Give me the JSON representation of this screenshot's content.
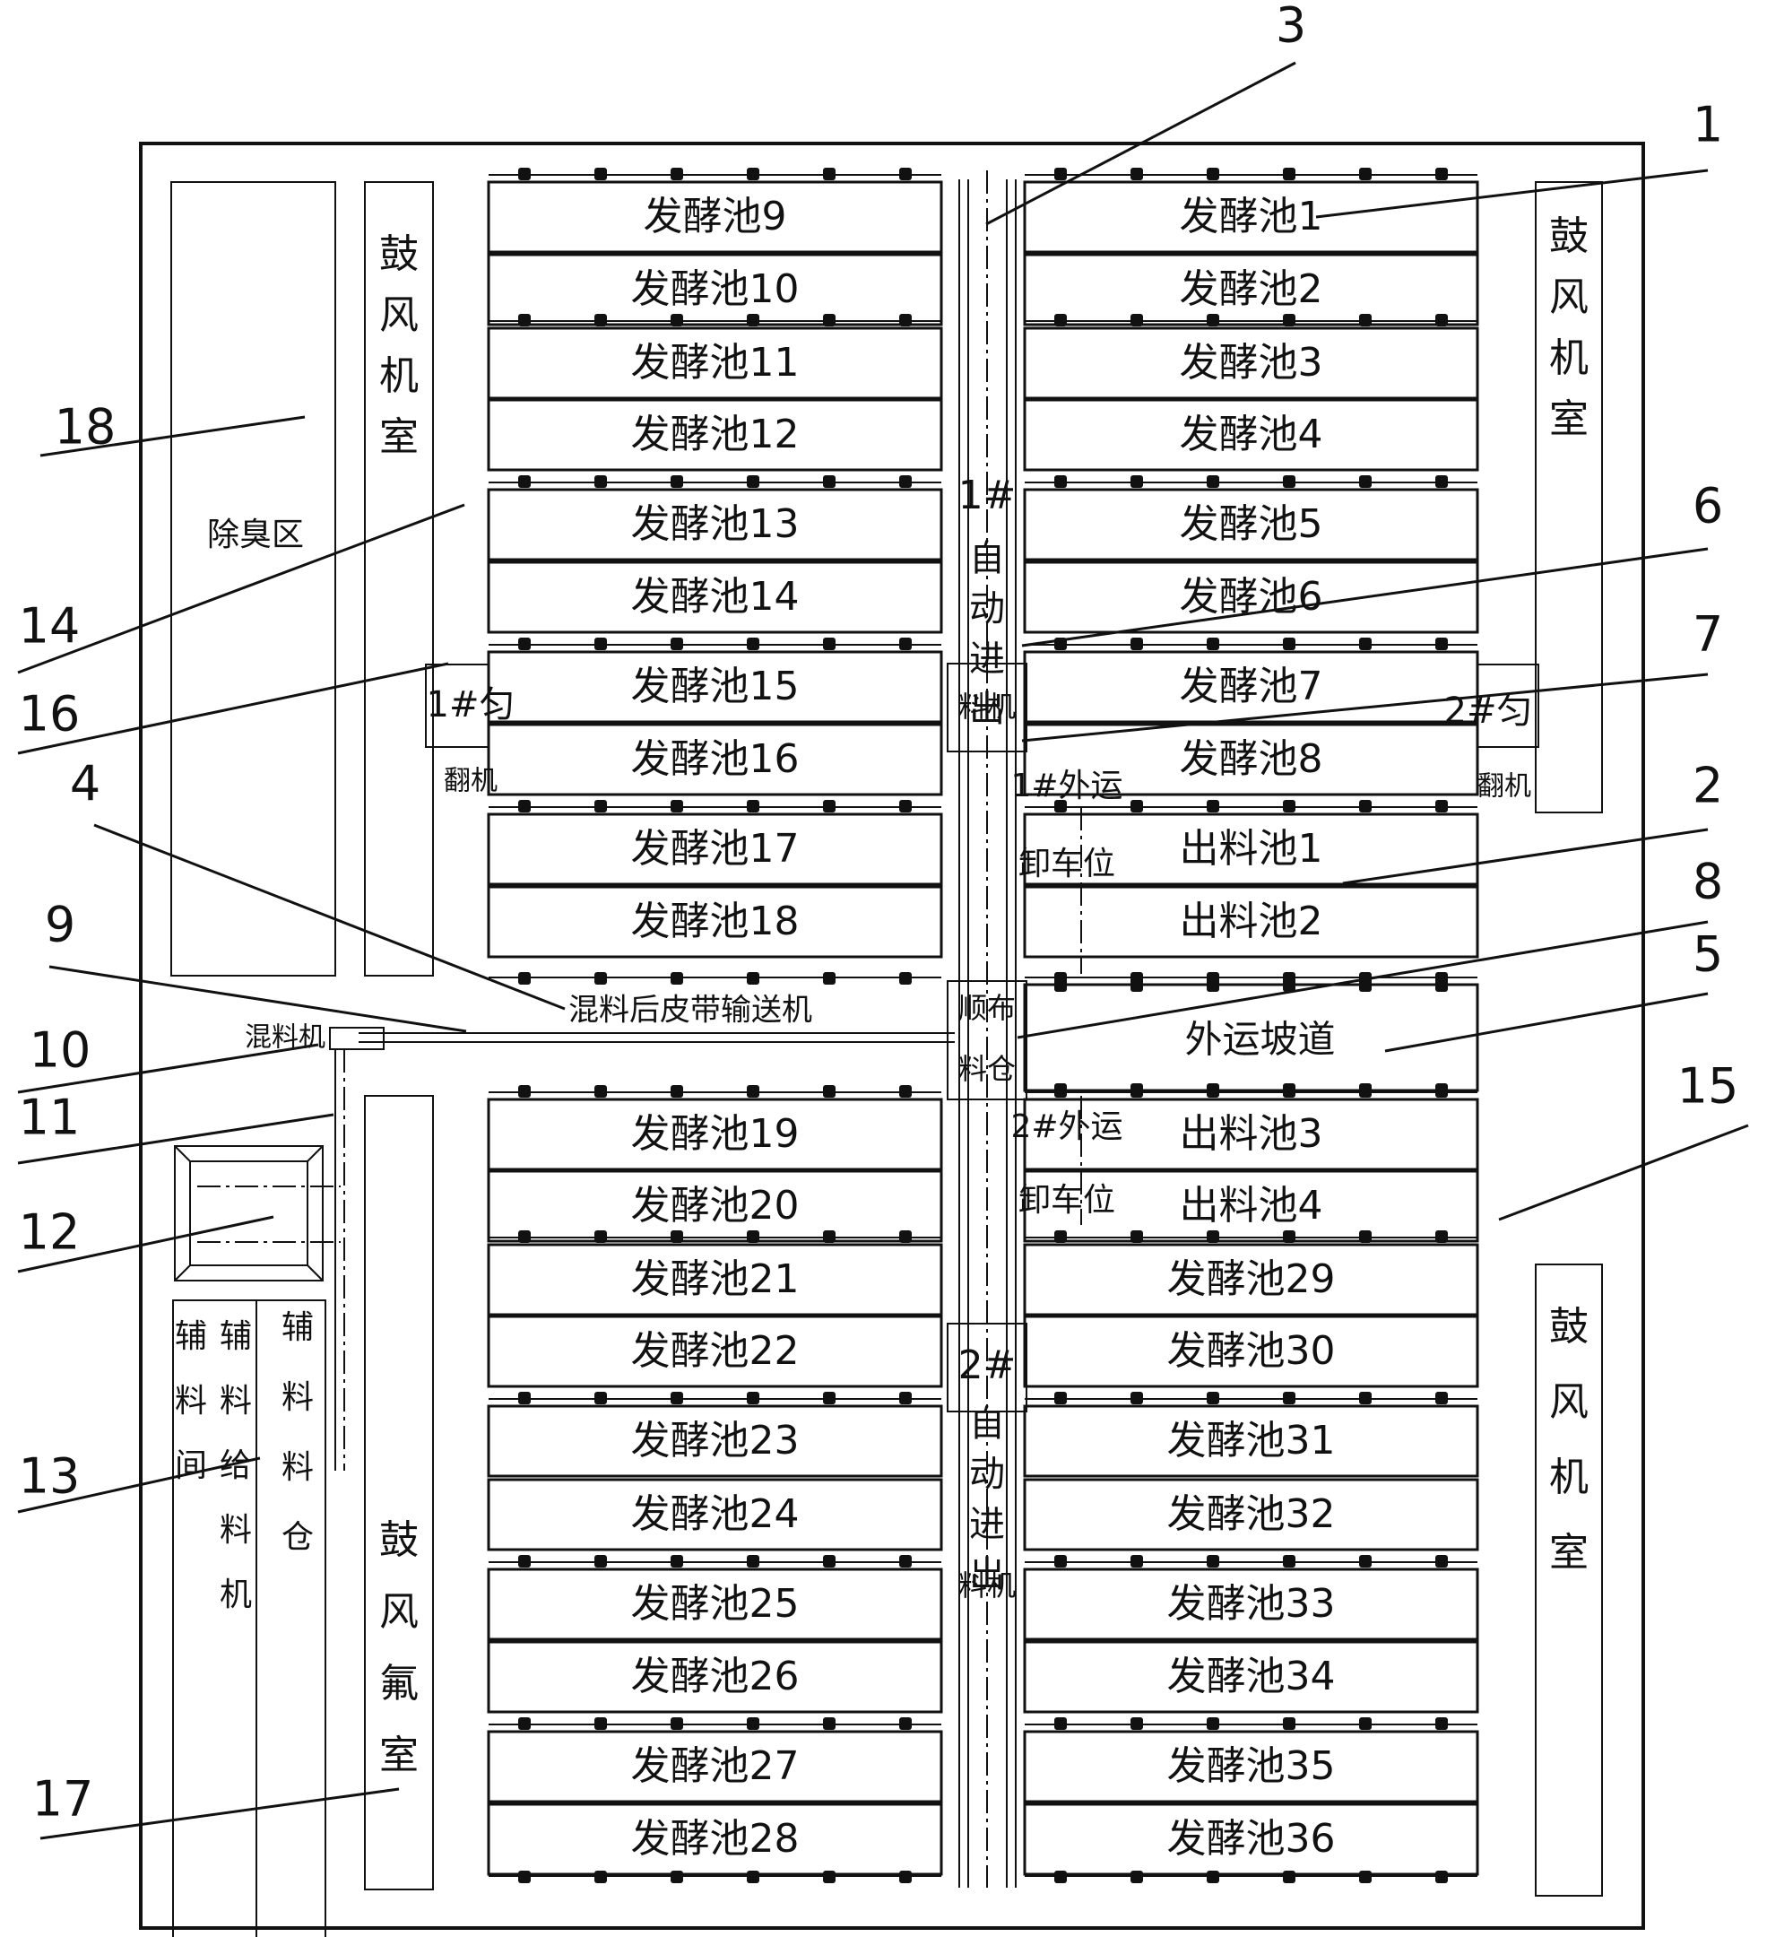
{
  "tanks_left": [
    "发酵池9",
    "发酵池10",
    "发酵池11",
    "发酵池12",
    "发酵池13",
    "发酵池14",
    "发酵池15",
    "发酵池16",
    "发酵池17",
    "发酵池18",
    "发酵池19",
    "发酵池20",
    "发酵池21",
    "发酵池22",
    "发酵池23",
    "发酵池24",
    "发酵池25",
    "发酵池26",
    "发酵池27",
    "发酵池28"
  ],
  "tanks_right": [
    "发酵池1",
    "发酵池2",
    "发酵池3",
    "发酵池4",
    "发酵池5",
    "发酵池6",
    "发酵池7",
    "发酵池8",
    "出料池1",
    "出料池2",
    "出料池3",
    "出料池4",
    "发酵池29",
    "发酵池30",
    "发酵池31",
    "发酵池32",
    "发酵池33",
    "发酵池34",
    "发酵池35",
    "发酵池36"
  ],
  "right_center_label": "外运坡道",
  "belt_label": "混料后皮带输送机",
  "mixer_label": "混料机",
  "deodor_label": "除臭区",
  "blower_room": [
    "鼓",
    "风",
    "机",
    "室"
  ],
  "blower_room_alt": [
    "鼓",
    "风",
    "氟",
    "室"
  ],
  "feeder_1": [
    "1#",
    "自",
    "动",
    "进",
    "出",
    "料",
    "机"
  ],
  "feeder_2": [
    "2#",
    "自",
    "动",
    "进",
    "出",
    "料",
    "机"
  ],
  "distributor": [
    "顺",
    "布",
    "料",
    "仓"
  ],
  "turner_1": "1#匀",
  "turner_2": "2#匀",
  "turner_suffix": "翻机",
  "unload_1": "1#外运",
  "unload_2": "2#外运",
  "unload_suffix": "卸车位",
  "aux_cols": [
    [
      "辅",
      "料",
      "间"
    ],
    [
      "辅",
      "料",
      "给",
      "料",
      "机"
    ],
    [
      "辅",
      "料",
      "料",
      "仓"
    ]
  ],
  "callouts": [
    "1",
    "2",
    "3",
    "4",
    "5",
    "6",
    "7",
    "8",
    "9",
    "10",
    "11",
    "12",
    "13",
    "14",
    "15",
    "16",
    "17",
    "18"
  ]
}
